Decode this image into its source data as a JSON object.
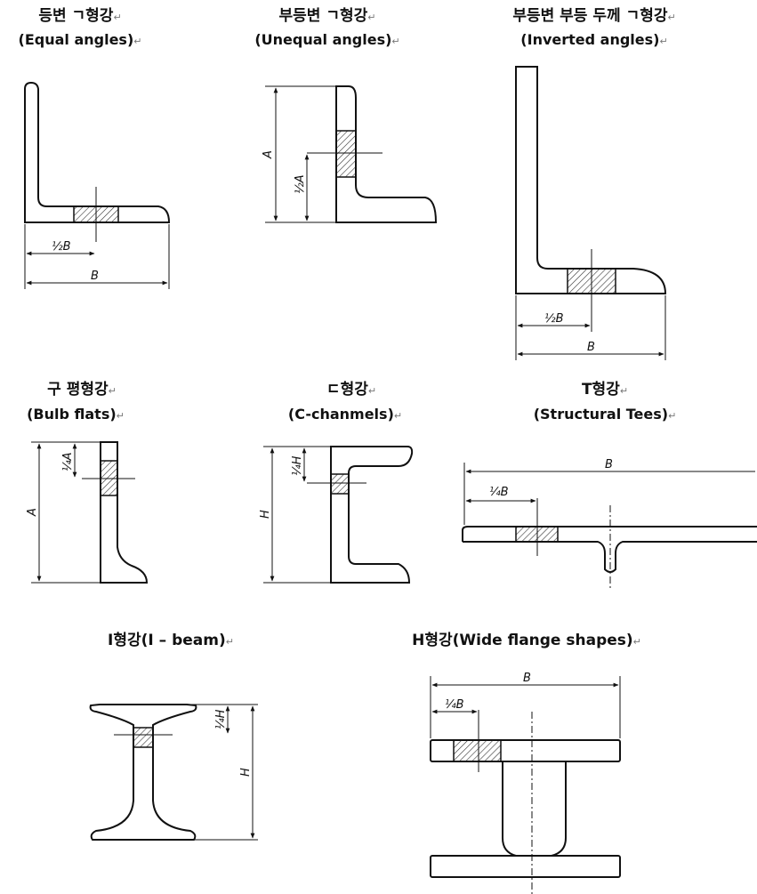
{
  "sections": [
    {
      "id": "equal_angles",
      "kr": "등변 ㄱ형강",
      "en": "(Equal angles)"
    },
    {
      "id": "unequal_angles",
      "kr": "부등변 ㄱ형강",
      "en": "(Unequal angles)"
    },
    {
      "id": "inverted_angles",
      "kr": "부등변 부등 두께 ㄱ형강",
      "en": "(Inverted angles)"
    },
    {
      "id": "bulb_flats",
      "kr": "구 평형강",
      "en": "(Bulb flats)"
    },
    {
      "id": "c_channels",
      "kr": "ㄷ형강",
      "en": "(C-chanmels)"
    },
    {
      "id": "structural_tees",
      "kr": "T형강",
      "en": "(Structural Tees)"
    },
    {
      "id": "i_beam",
      "kr": "I형강(I – beam)",
      "en": ""
    },
    {
      "id": "wide_flange",
      "kr": "H형강(Wide flange shapes)",
      "en": ""
    }
  ],
  "return_mark": "↵",
  "dimension_labels": {
    "half_b": "½B",
    "b": "B",
    "a": "A",
    "half_a": "½A",
    "quarter_a": "¼A",
    "h": "H",
    "quarter_h": "¼H",
    "quarter_b": "¼B"
  }
}
